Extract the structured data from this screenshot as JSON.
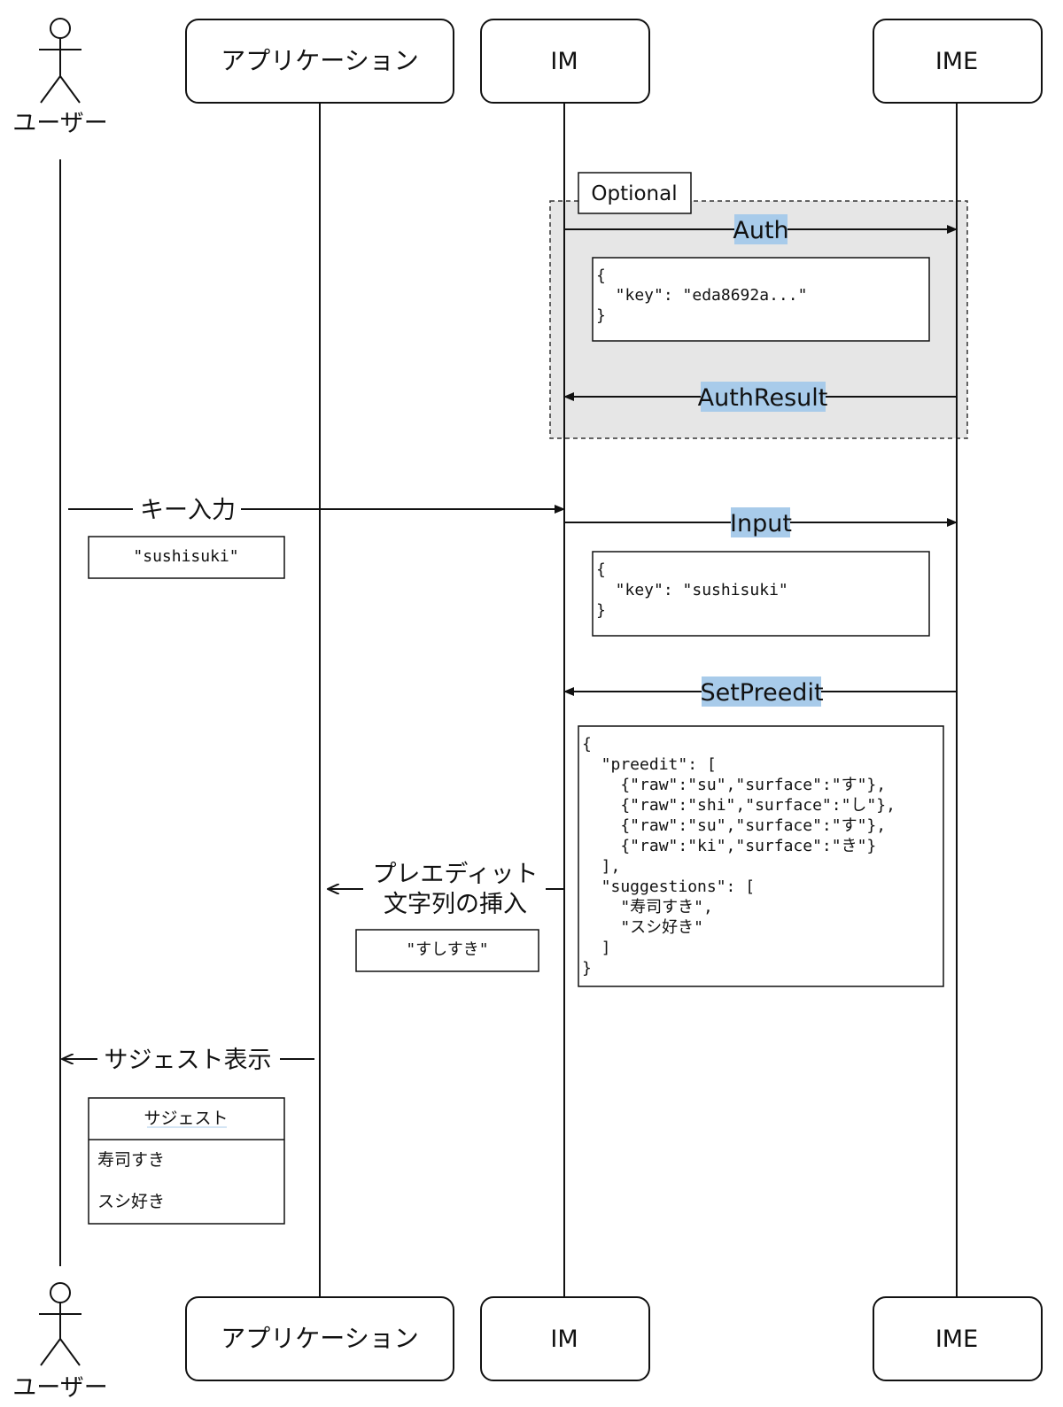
{
  "actors": {
    "user": "ユーザー",
    "application": "アプリケーション",
    "im": "IM",
    "ime": "IME"
  },
  "optional_fragment": {
    "label": "Optional"
  },
  "messages": {
    "auth": "Auth",
    "auth_result": "AuthResult",
    "key_input": "キー入力",
    "input": "Input",
    "set_preedit": "SetPreedit",
    "preedit_insert_line1": "プレエディット",
    "preedit_insert_line2": "文字列の挿入",
    "suggest_display": "サジェスト表示"
  },
  "notes": {
    "auth_payload": [
      "{",
      "  \"key\": \"eda8692a...\"",
      "}"
    ],
    "key_note": "\"sushisuki\"",
    "input_payload": [
      "{",
      "  \"key\": \"sushisuki\"",
      "}"
    ],
    "preedit_payload": [
      "{",
      "  \"preedit\": [",
      "    {\"raw\":\"su\",\"surface\":\"す\"},",
      "    {\"raw\":\"shi\",\"surface\":\"し\"},",
      "    {\"raw\":\"su\",\"surface\":\"す\"},",
      "    {\"raw\":\"ki\",\"surface\":\"き\"}",
      "  ],",
      "  \"suggestions\": [",
      "    \"寿司すき\",",
      "    \"スシ好き\"",
      "  ]",
      "}"
    ],
    "preedit_text": "\"すしすき\""
  },
  "suggest_table": {
    "header": "サジェスト",
    "items": [
      "寿司すき",
      "スシ好き"
    ]
  },
  "colors": {
    "highlight": "#a8cbea",
    "fragment_fill": "#e6e6e6",
    "line": "#111111"
  }
}
